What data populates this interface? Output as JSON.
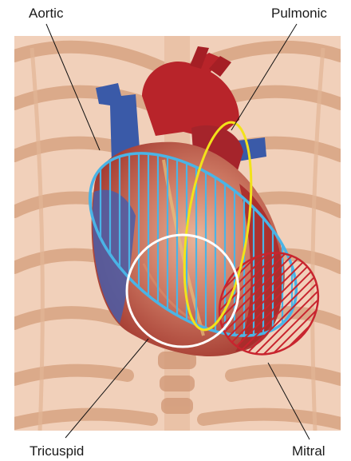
{
  "labels": {
    "aortic": "Aortic",
    "pulmonic": "Pulmonic",
    "tricuspid": "Tricuspid",
    "mitral": "Mitral"
  },
  "colors": {
    "aortic": "#4ab4e6",
    "pulmonic": "#f2e21a",
    "tricuspid": "#ffffff",
    "mitral": "#c8242e",
    "background": "#f1d0ba",
    "rib": "#d8a482",
    "heart_red": "#b8242a",
    "vessel_blue": "#3a5aa8"
  }
}
